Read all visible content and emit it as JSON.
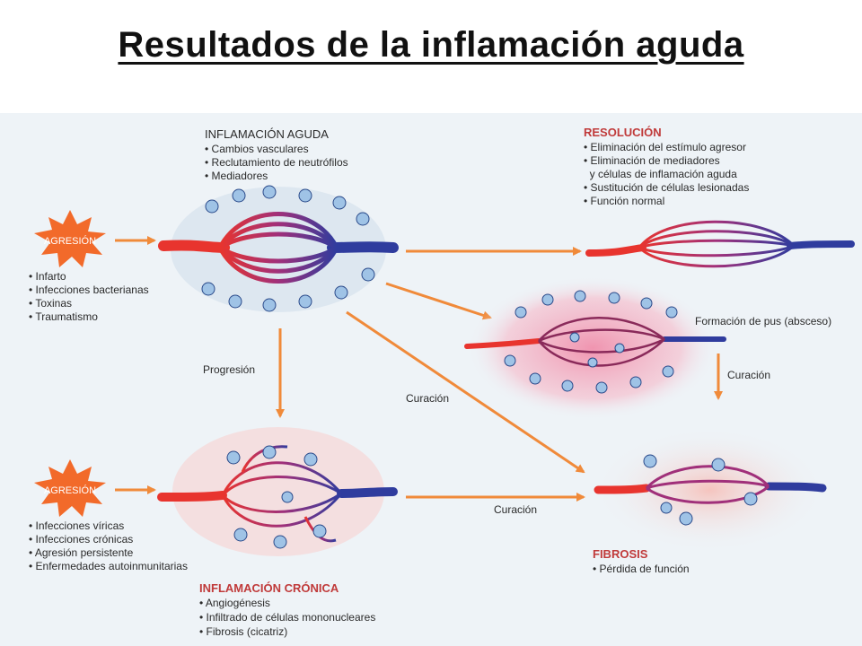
{
  "title": "Resultados de la inflamación aguda",
  "acute": {
    "heading": "INFLAMACIÓN AGUDA",
    "items": [
      "• Cambios vasculares",
      "• Reclutamiento de neutrófilos",
      "• Mediadores"
    ]
  },
  "resolution": {
    "heading": "RESOLUCIÓN",
    "items": [
      "• Eliminación del estímulo agresor",
      "• Eliminación de mediadores",
      "  y células de inflamación aguda",
      "• Sustitución de células lesionadas",
      "• Función normal"
    ]
  },
  "aggression_label": "AGRESIÓN",
  "aggression_causes_top": [
    "• Infarto",
    "• Infecciones bacterianas",
    "• Toxinas",
    "• Traumatismo"
  ],
  "aggression_causes_bottom": [
    "• Infecciones víricas",
    "• Infecciones crónicas",
    "• Agresión persistente",
    "• Enfermedades autoinmunitarias"
  ],
  "pus_label": "Formación de pus (absceso)",
  "arrow_labels": {
    "progression": "Progresión",
    "healing_diagonal": "Curación",
    "healing_right": "Curación",
    "healing_bottom": "Curación"
  },
  "chronic": {
    "heading": "INFLAMACIÓN CRÓNICA",
    "items": [
      "• Angiogénesis",
      "• Infiltrado de células mononucleares",
      "• Fibrosis (cicatriz)"
    ]
  },
  "fibrosis": {
    "heading": "FIBROSIS",
    "items": [
      "• Pérdida de función"
    ]
  },
  "colors": {
    "artery": "#e8342e",
    "vein": "#2f3c9e",
    "arrow": "#f08a3a",
    "heading": "#c03a3a",
    "starburst": "#f26a2a"
  }
}
